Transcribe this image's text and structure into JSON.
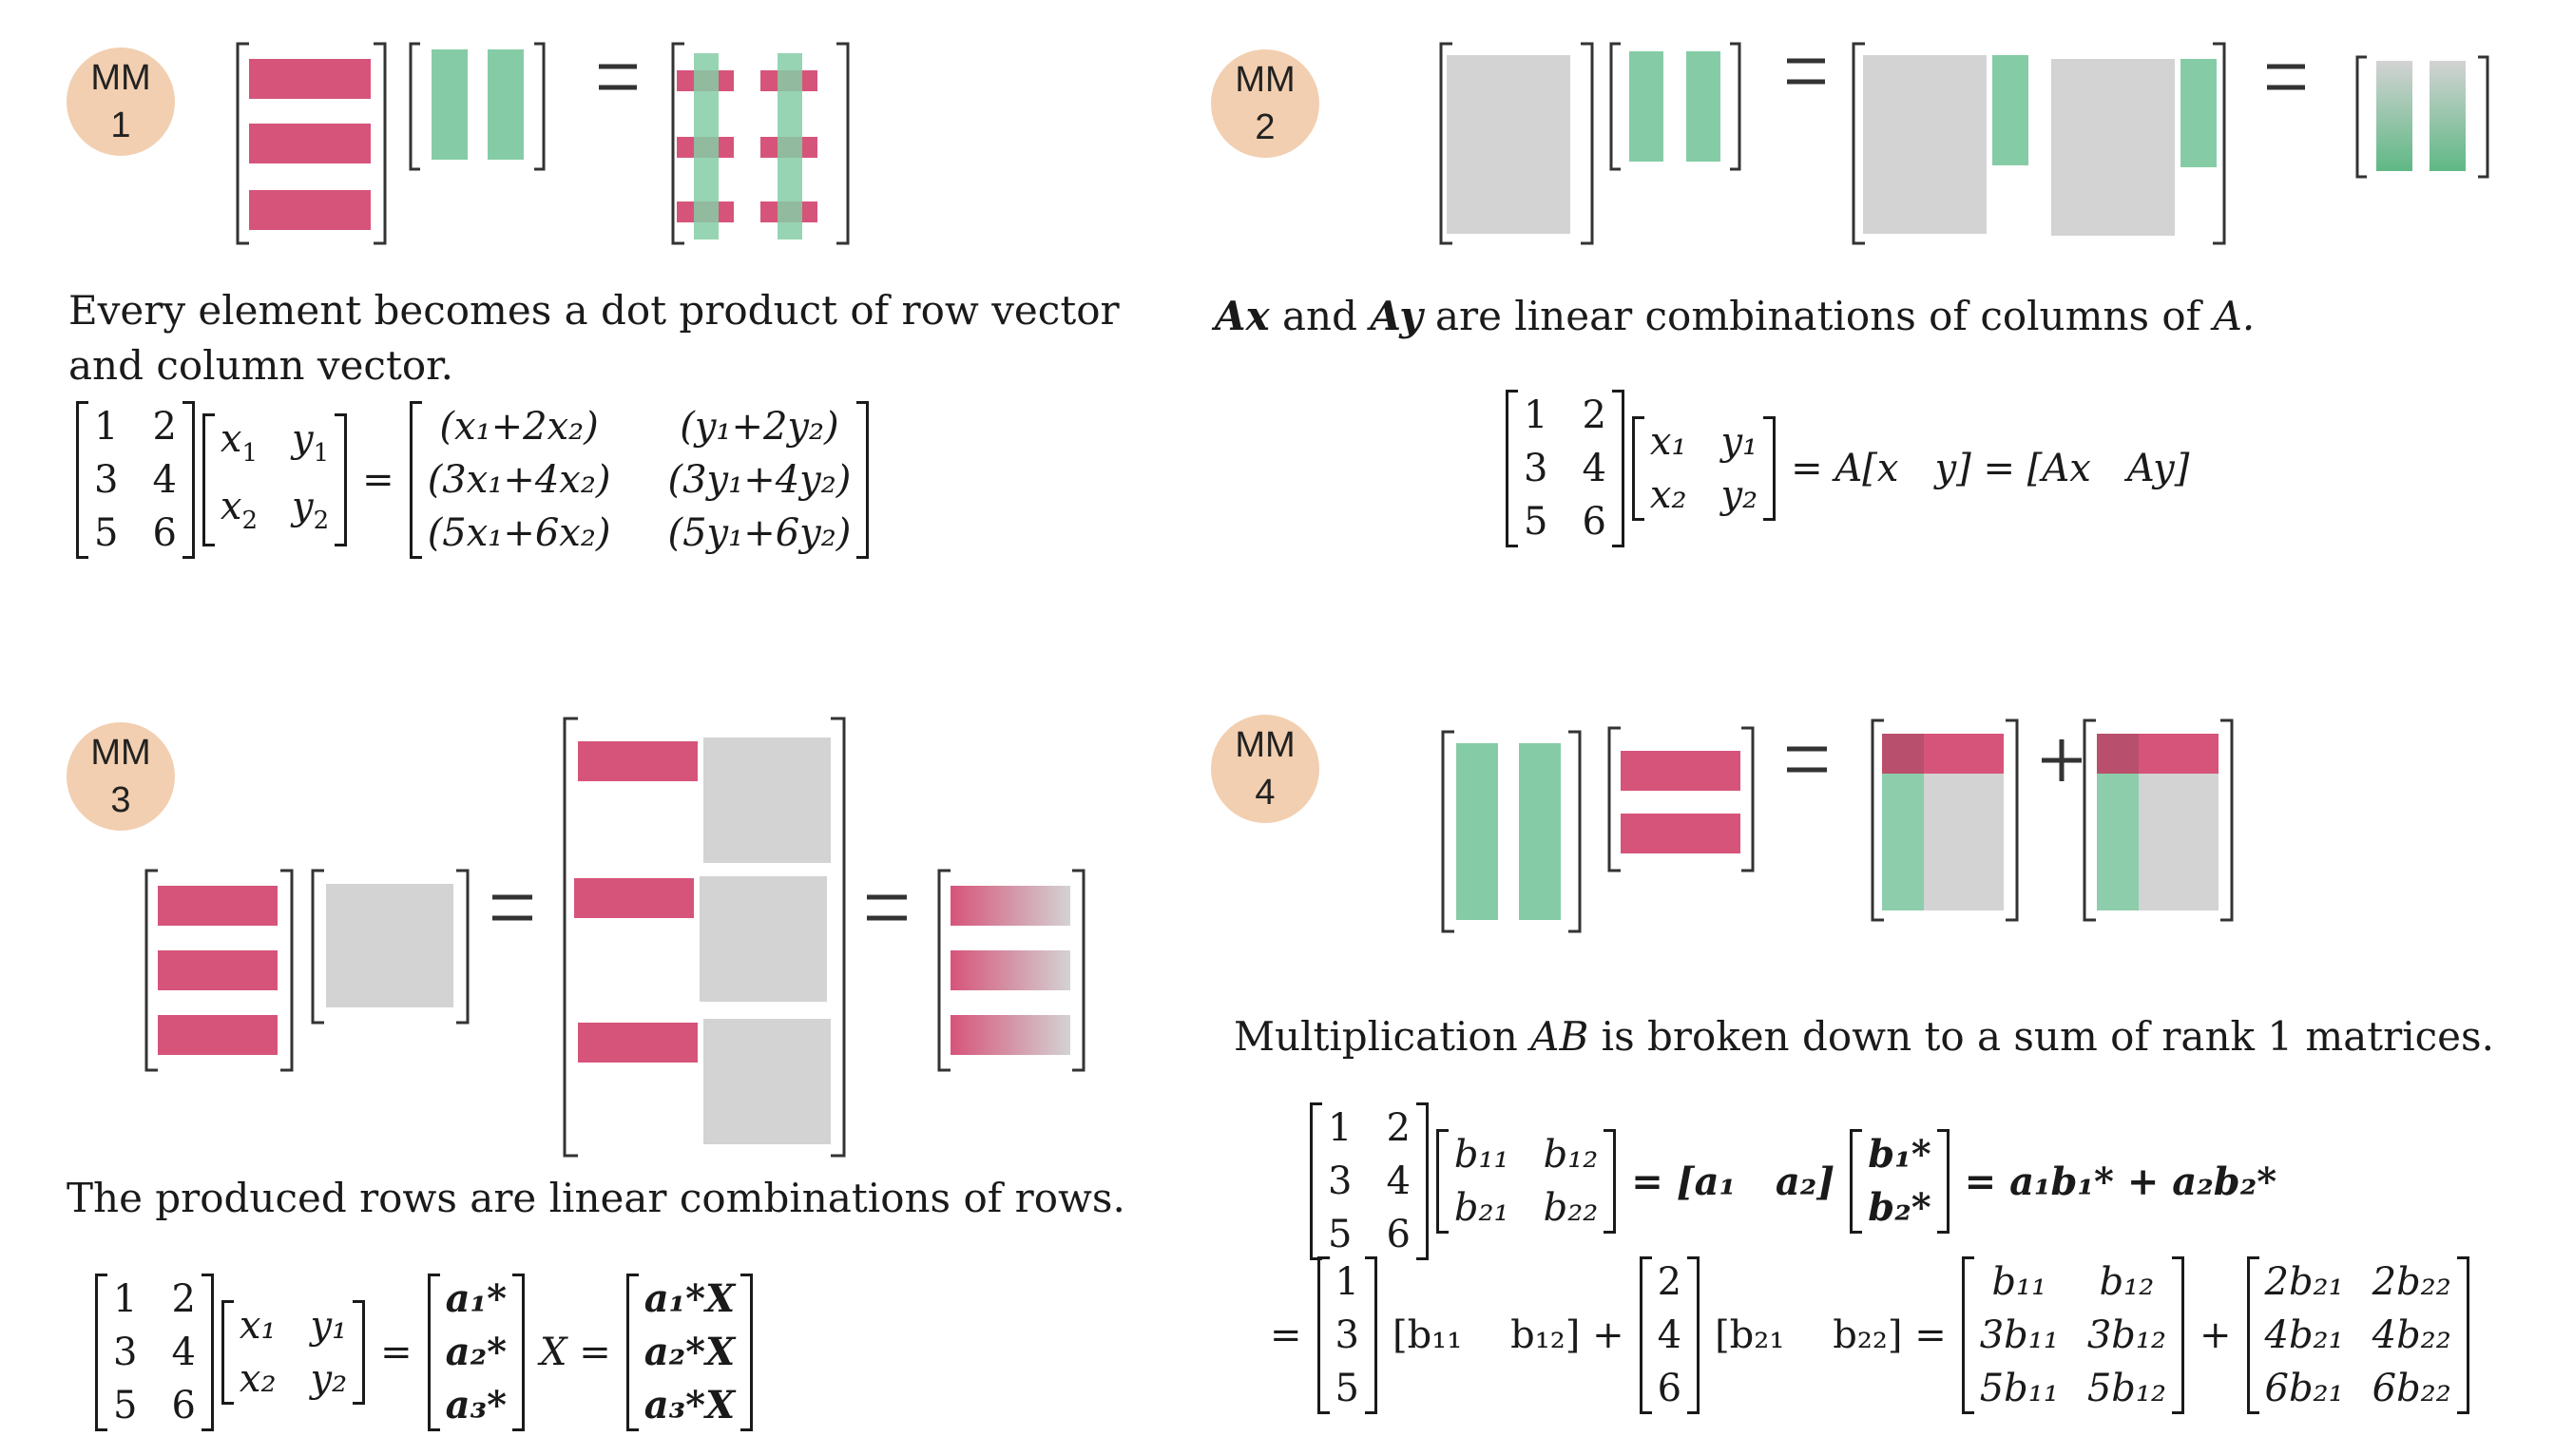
{
  "colors": {
    "row_red": "#d6547a",
    "col_green": "#85cca6",
    "gray": "#d3d3d3",
    "badge": "#f2cfb0",
    "overlap": "#9b7a6f"
  },
  "panels": [
    {
      "badge": {
        "line1": "MM",
        "line2": "1"
      },
      "caption": [
        "Every element becomes a dot product of row vector",
        "and column vector."
      ],
      "eq": {
        "A": [
          "1",
          "2",
          "3",
          "4",
          "5",
          "6"
        ],
        "X": [
          "x1",
          "y1",
          "x2",
          "y2"
        ],
        "result": [
          "(x₁+2x₂)",
          "(y₁+2y₂)",
          "(3x₁+4x₂)",
          "(3y₁+4y₂)",
          "(5x₁+6x₂)",
          "(5y₁+6y₂)"
        ]
      }
    },
    {
      "badge": {
        "line1": "MM",
        "line2": "2"
      },
      "caption": {
        "pre": "Ax",
        "mid": " and ",
        "mid2": "Ay",
        "post": "  are linear combinations of columns of ",
        "end": "A."
      },
      "eq": {
        "A": [
          "1",
          "2",
          "3",
          "4",
          "5",
          "6"
        ],
        "X": [
          "x₁",
          "y₁",
          "x₂",
          "y₂"
        ],
        "rhs1": "= A[x   y] = [Ax   Ay]"
      }
    },
    {
      "badge": {
        "line1": "MM",
        "line2": "3"
      },
      "caption": "The produced rows are linear combinations of rows.",
      "eq": {
        "A": [
          "1",
          "2",
          "3",
          "4",
          "5",
          "6"
        ],
        "X": [
          "x₁",
          "y₁",
          "x₂",
          "y₂"
        ],
        "rows": [
          "a₁*",
          "a₂*",
          "a₃*"
        ],
        "rowsX": [
          "a₁*X",
          "a₂*X",
          "a₃*X"
        ],
        "mid": "X ="
      }
    },
    {
      "badge": {
        "line1": "MM",
        "line2": "4"
      },
      "caption": {
        "pre": "Multiplication ",
        "ab": "AB",
        "post": " is broken down to a sum of rank 1 matrices."
      },
      "eq1": {
        "A": [
          "1",
          "2",
          "3",
          "4",
          "5",
          "6"
        ],
        "B": [
          "b₁₁",
          "b₁₂",
          "b₂₁",
          "b₂₂"
        ],
        "cols": "= [a₁   a₂]",
        "rows": [
          "b₁*",
          "b₂*"
        ],
        "rhs": "= a₁b₁* + a₂b₂*"
      },
      "eq2": {
        "c1": [
          "1",
          "3",
          "5"
        ],
        "r1": "[b₁₁    b₁₂] +",
        "c2": [
          "2",
          "4",
          "6"
        ],
        "r2": "[b₂₁    b₂₂] =",
        "m1": [
          "b₁₁",
          "b₁₂",
          "3b₁₁",
          "3b₁₂",
          "5b₁₁",
          "5b₁₂"
        ],
        "m2": [
          "2b₂₁",
          "2b₂₂",
          "4b₂₁",
          "4b₂₂",
          "6b₂₁",
          "6b₂₂"
        ]
      }
    }
  ]
}
